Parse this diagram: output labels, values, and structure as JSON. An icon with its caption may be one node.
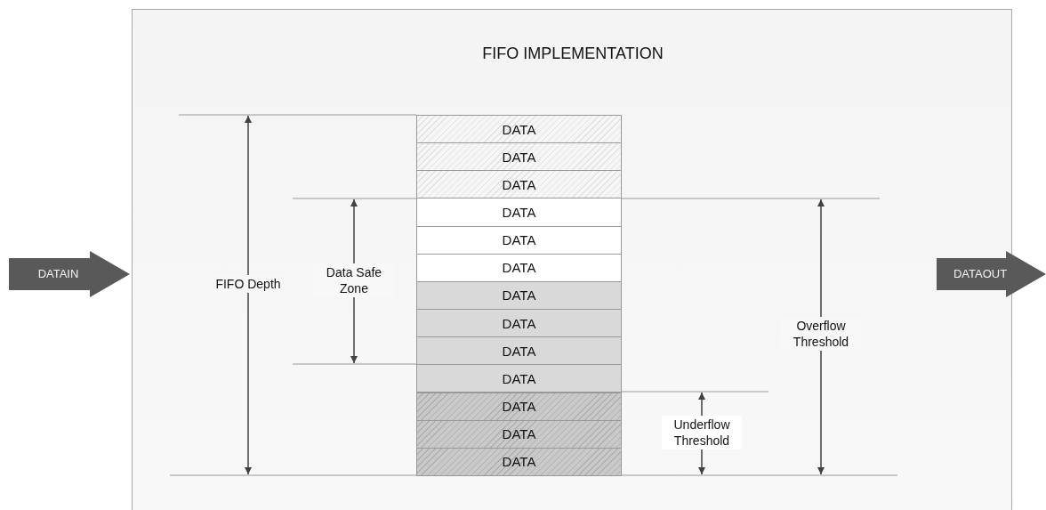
{
  "diagram": {
    "nodes": [
      {
        "text": [
          "FIFO IMPLEMENTATION"
        ]
      },
      {
        "text": [
          "DATA"
        ],
        "in": 0
      },
      {
        "text": [
          "DATA"
        ],
        "in": 0
      },
      {
        "text": [
          "DATA"
        ],
        "in": 0
      },
      {
        "text": [
          "DATA"
        ],
        "in": 0
      },
      {
        "text": [
          "DATA"
        ],
        "in": 0
      },
      {
        "text": [
          "DATA"
        ],
        "in": 0
      },
      {
        "text": [
          "DATA"
        ],
        "in": 0
      },
      {
        "text": [
          "DATA"
        ],
        "in": 0
      },
      {
        "text": [
          "DATA"
        ],
        "in": 0
      },
      {
        "text": [
          "DATA"
        ],
        "in": 0
      },
      {
        "text": [
          "DATA"
        ],
        "in": 0
      },
      {
        "text": [
          "DATA"
        ],
        "in": 0
      },
      {
        "text": [
          "DATA"
        ],
        "in": 0
      },
      {
        "text": [
          "DATAIN"
        ]
      },
      {
        "text": [
          "DATAOUT"
        ]
      }
    ],
    "labels": [
      "FIFO Depth",
      "Data Safe Zone",
      "Overflow Threshold",
      "Underflow Threshold"
    ]
  }
}
